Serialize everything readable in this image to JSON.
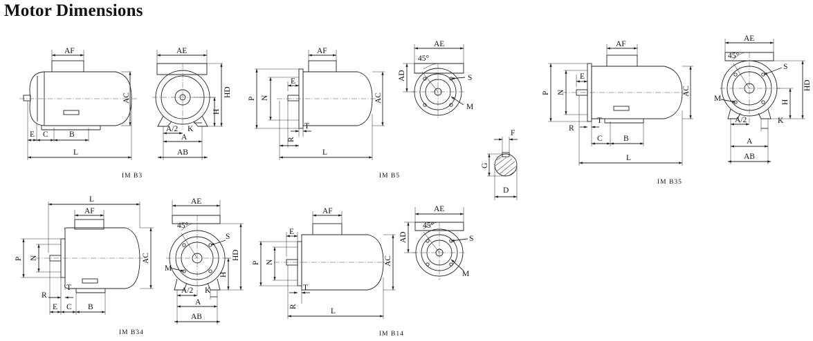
{
  "title": "Motor Dimensions",
  "figures": {
    "b3": {
      "caption": "IM B3"
    },
    "b5": {
      "caption": "IM B5"
    },
    "b35": {
      "caption": "IM B35"
    },
    "b34": {
      "caption": "IM B34"
    },
    "b14": {
      "caption": "IM B14"
    }
  },
  "dims": {
    "AF": "AF",
    "AE": "AE",
    "AC": "AC",
    "AD": "AD",
    "HD": "HD",
    "H": "H",
    "K": "K",
    "A": "A",
    "A_half": "A/2",
    "AB": "AB",
    "L": "L",
    "E": "E",
    "C": "C",
    "B": "B",
    "P": "P",
    "N": "N",
    "T": "T",
    "R": "R",
    "S": "S",
    "M": "M",
    "angle": "45°",
    "F": "F",
    "G": "G",
    "D": "D"
  }
}
